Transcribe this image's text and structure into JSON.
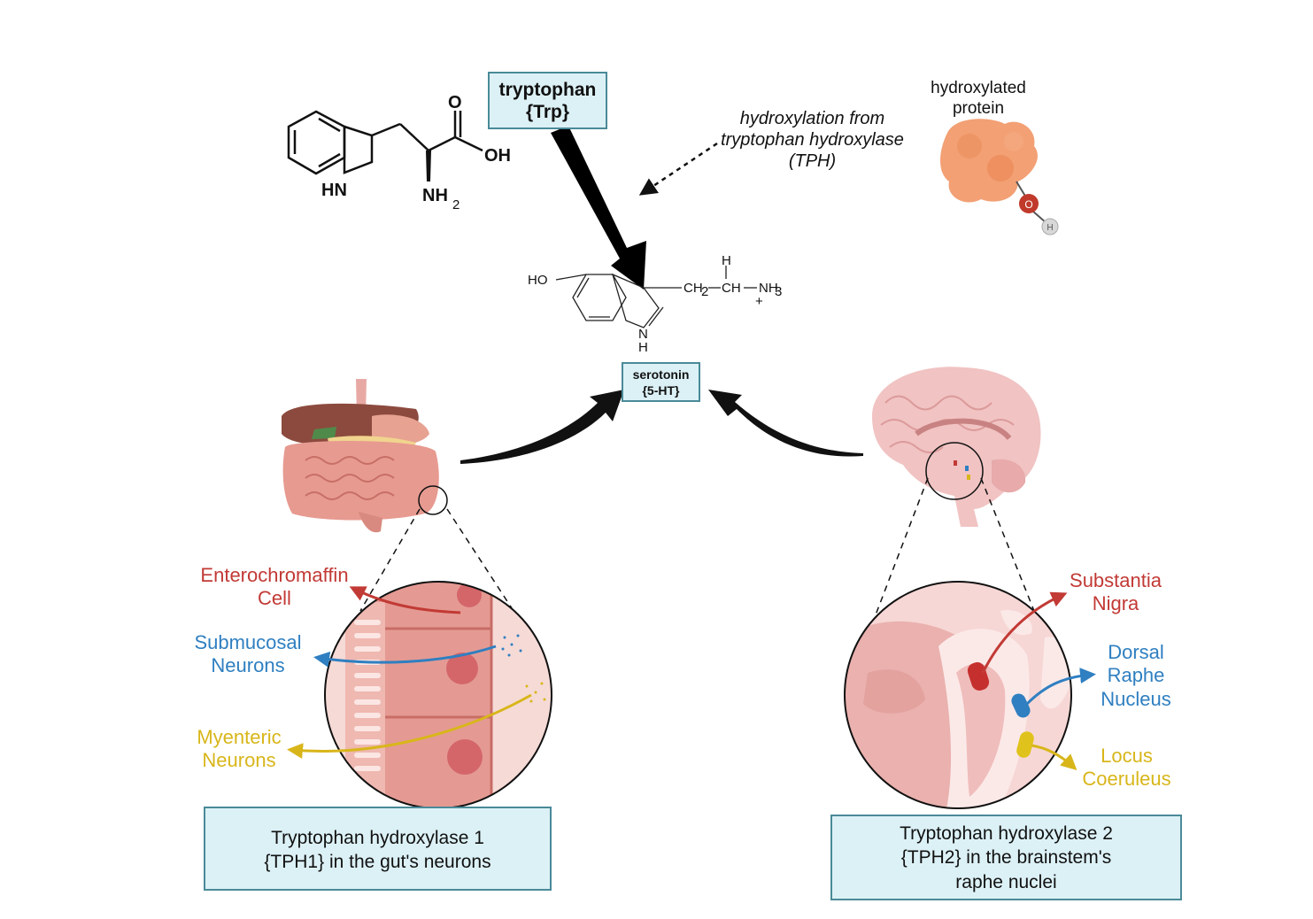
{
  "trp_box": {
    "name": "tryptophan",
    "abbr": "{Trp}"
  },
  "hydroxylation": {
    "line1": "hydroxylation from",
    "line2": "tryptophan hydroxylase",
    "line3": "(TPH)"
  },
  "protein": {
    "line1": "hydroxylated",
    "line2": "protein",
    "atom_o": "O",
    "atom_h": "H"
  },
  "trp_molecule": {
    "o": "O",
    "oh": "OH",
    "hn": "HN",
    "nh2": "NH",
    "nh2_sub": "2"
  },
  "serotonin_molecule": {
    "ho": "HO",
    "ch2": "CH",
    "ch2_sub": "2",
    "ch": "CH",
    "h_top": "H",
    "nh3": "NH",
    "nh3_sub": "3",
    "plus": "+",
    "n": "N",
    "h_bottom": "H"
  },
  "serotonin_box": {
    "name": "serotonin",
    "abbr": "{5-HT}"
  },
  "gut_labels": {
    "enterochromaffin": {
      "line1": "Enterochromaffin",
      "line2": "Cell"
    },
    "submucosal": {
      "line1": "Submucosal",
      "line2": "Neurons"
    },
    "myenteric": {
      "line1": "Myenteric",
      "line2": "Neurons"
    }
  },
  "brain_labels": {
    "substantia": {
      "line1": "Substantia",
      "line2": "Nigra"
    },
    "dorsal": {
      "line1": "Dorsal",
      "line2": "Raphe",
      "line3": "Nucleus"
    },
    "locus": {
      "line1": "Locus",
      "line2": "Coeruleus"
    }
  },
  "tph1_box": {
    "line1": "Tryptophan hydroxylase 1",
    "line2": "{TPH1} in the gut's neurons"
  },
  "tph2_box": {
    "line1": "Tryptophan hydroxylase 2",
    "line2": "{TPH2} in the brainstem's",
    "line3": "raphe nuclei"
  },
  "colors": {
    "red": "#c23a35",
    "blue": "#2f7fc1",
    "yellow": "#d8b61a",
    "box_fill": "#dcf1f6",
    "box_border": "#4a8a98"
  }
}
